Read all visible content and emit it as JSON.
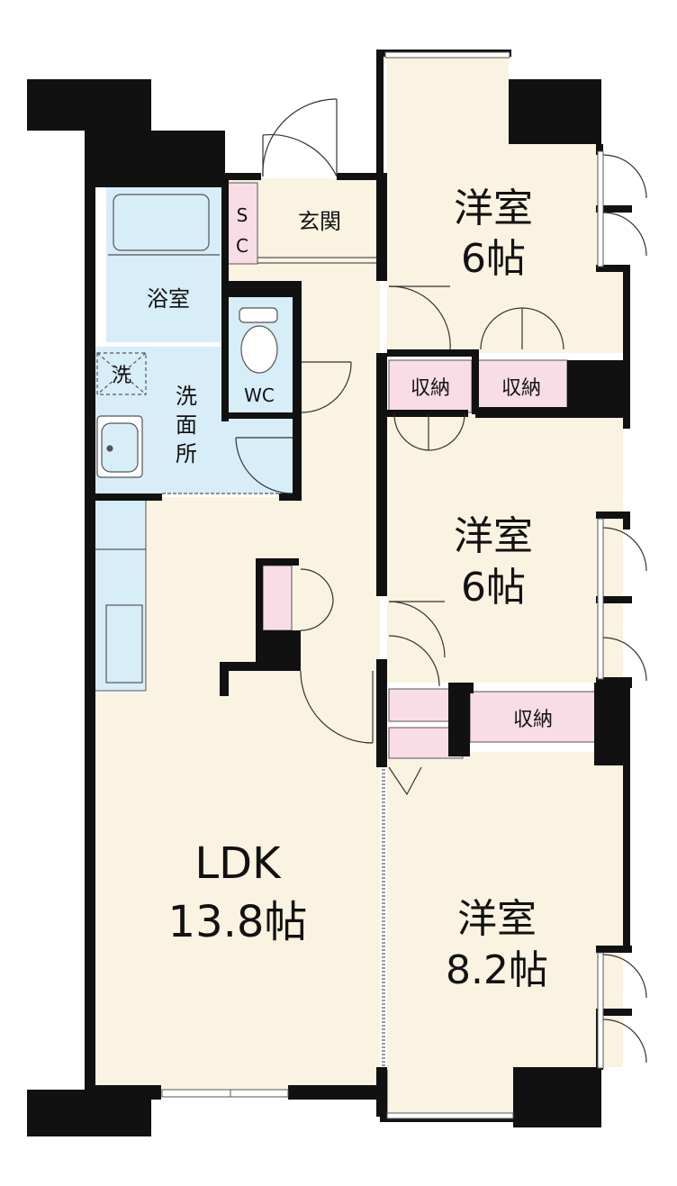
{
  "colors": {
    "floor": "#fbf3e1",
    "wet": "#d7edf8",
    "storage": "#f9dde6",
    "wall": "#111111",
    "line": "#555555"
  },
  "rooms": {
    "room1_name": "洋室",
    "room1_size": "6帖",
    "room2_name": "洋室",
    "room2_size": "6帖",
    "room3_name": "洋室",
    "room3_size": "8.2帖",
    "ldk_name": "LDK",
    "ldk_size": "13.8帖",
    "entrance": "玄関",
    "shoe_closet_s": "S",
    "shoe_closet_c": "C",
    "bathroom": "浴室",
    "toilet": "WC",
    "washroom_1": "洗",
    "washroom_2": "面",
    "washroom_3": "所",
    "washer": "洗",
    "storage_1": "収納",
    "storage_2": "収納",
    "storage_3": "収納"
  }
}
